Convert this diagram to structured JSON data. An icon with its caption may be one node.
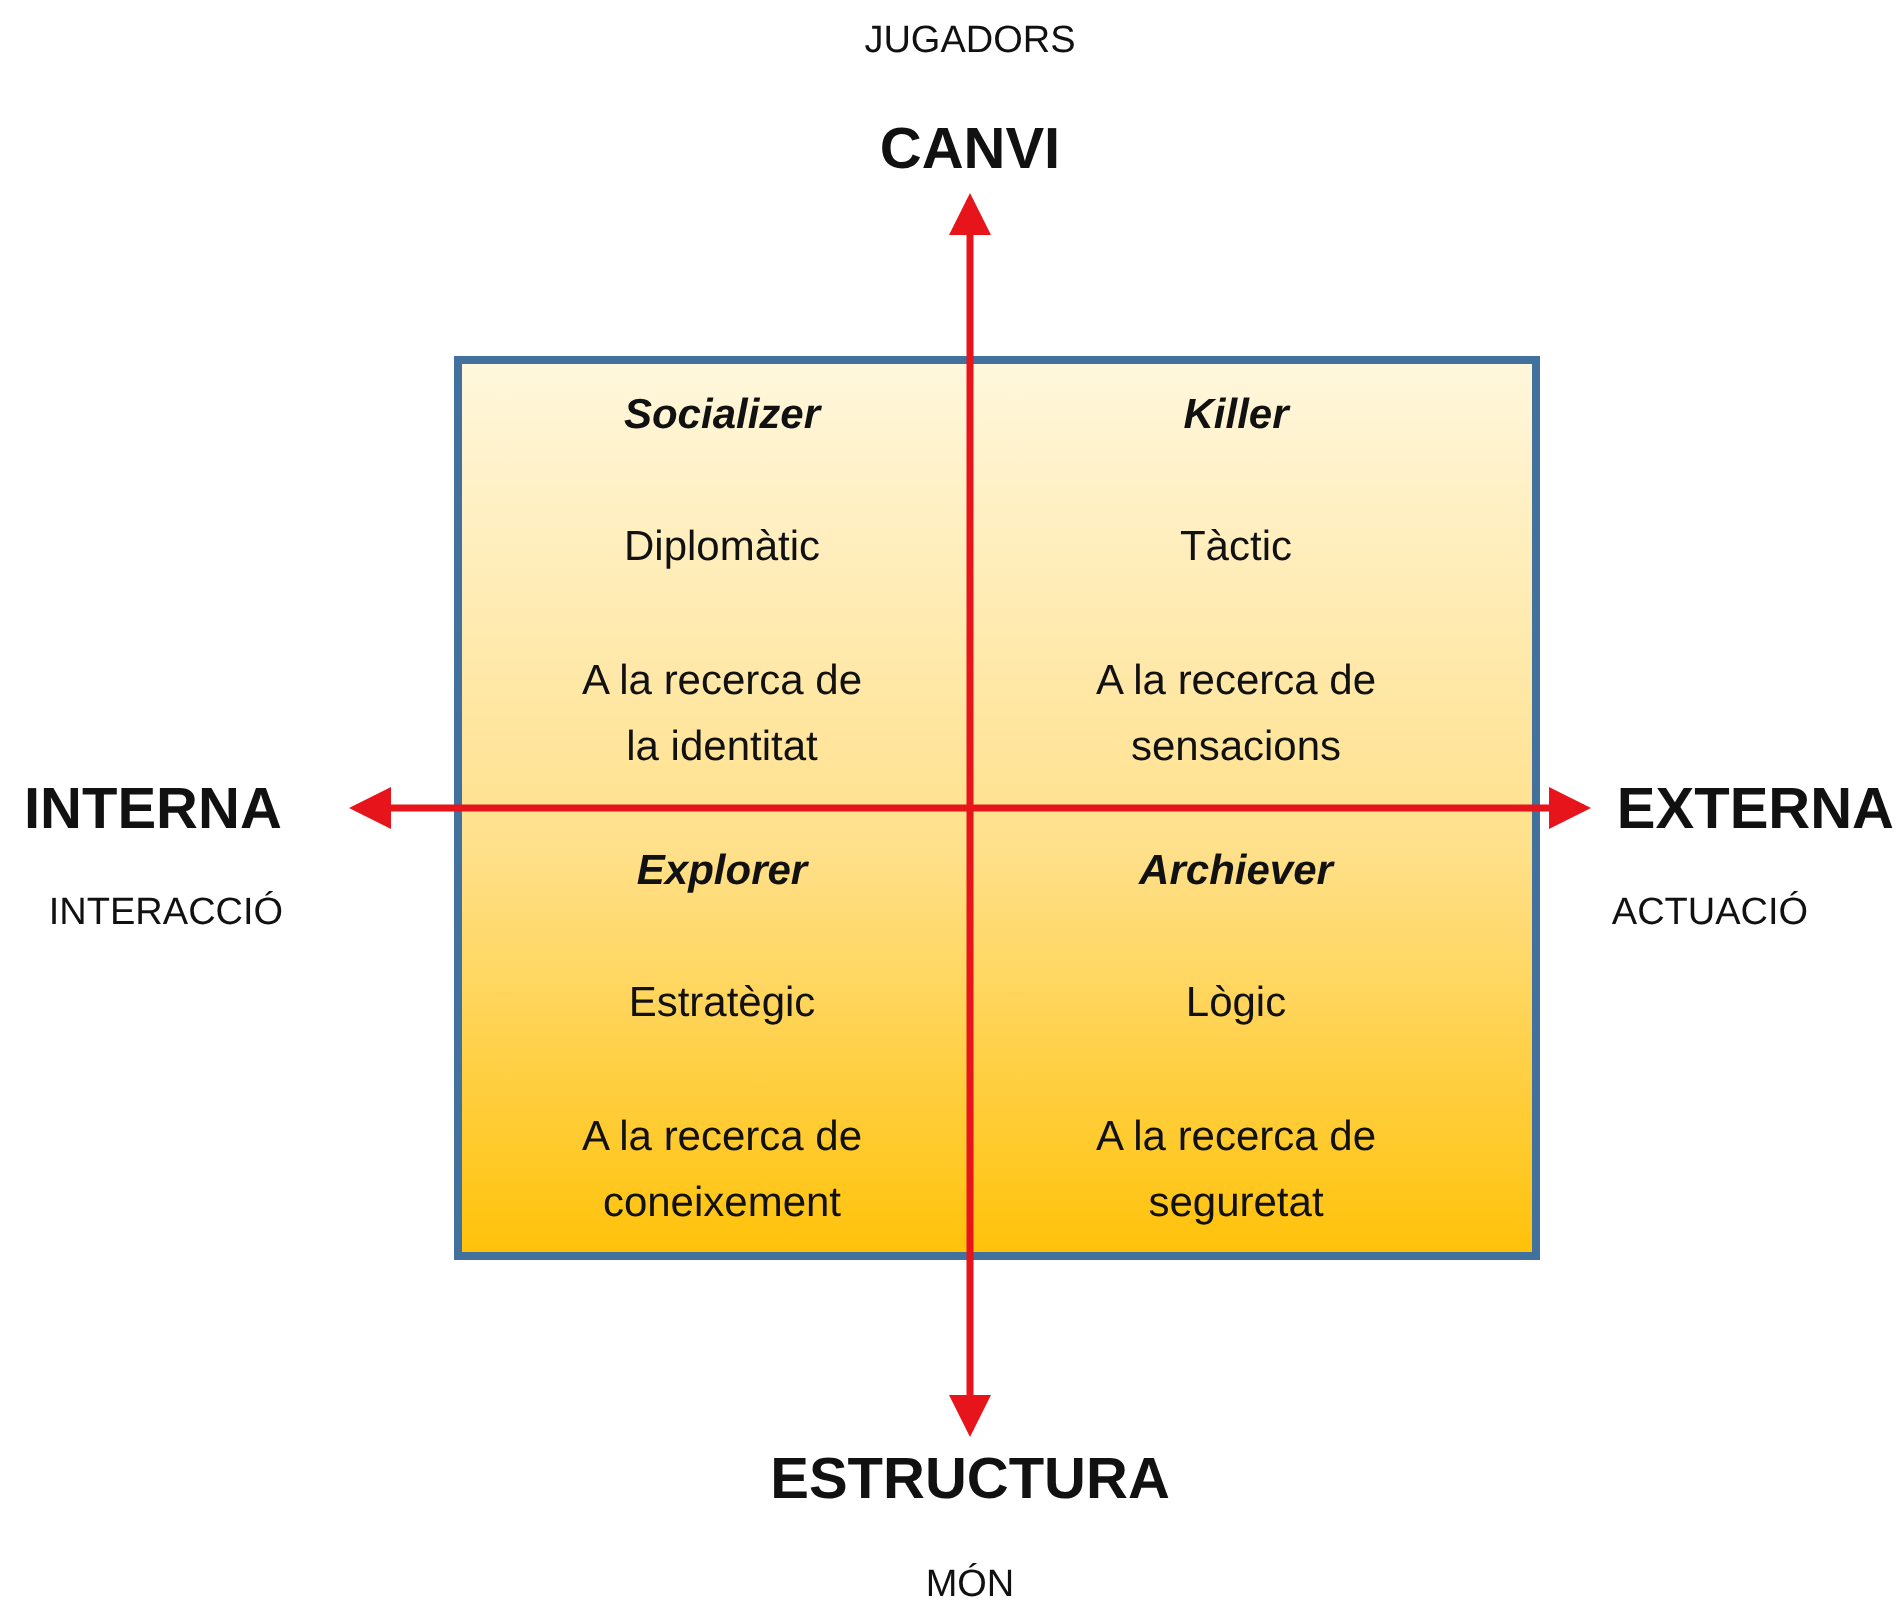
{
  "diagram": {
    "nodes": [
      {
        "text": [],
        "shape": "box"
      },
      {
        "text": [
          "Socializer",
          "Diplomàtic",
          "A la recerca de la identitat"
        ],
        "in": 0
      },
      {
        "text": [
          "Killer",
          "Tàctic",
          "A la recerca de sensacions"
        ],
        "in": 0
      },
      {
        "text": [
          "Explorer",
          "Estratègic",
          "A la recerca de coneixement"
        ],
        "in": 0
      },
      {
        "text": [
          "Archiever",
          "Lògic",
          "A la recerca de seguretat"
        ],
        "in": 0
      },
      {
        "text": [
          "CANVI"
        ],
        "beside": [
          "JUGADORS"
        ]
      },
      {
        "text": [
          "ESTRUCTURA"
        ],
        "beside": [
          "MÓN"
        ]
      },
      {
        "text": [
          "INTERNA"
        ],
        "beside": [
          "INTERACCIÓ"
        ]
      },
      {
        "text": [
          "EXTERNA"
        ],
        "beside": [
          "ACTUACIÓ"
        ]
      }
    ],
    "edges": [
      {
        "from": 5,
        "to": 6,
        "arrow": "both"
      },
      {
        "from": 7,
        "to": 8,
        "arrow": "both"
      }
    ]
  }
}
